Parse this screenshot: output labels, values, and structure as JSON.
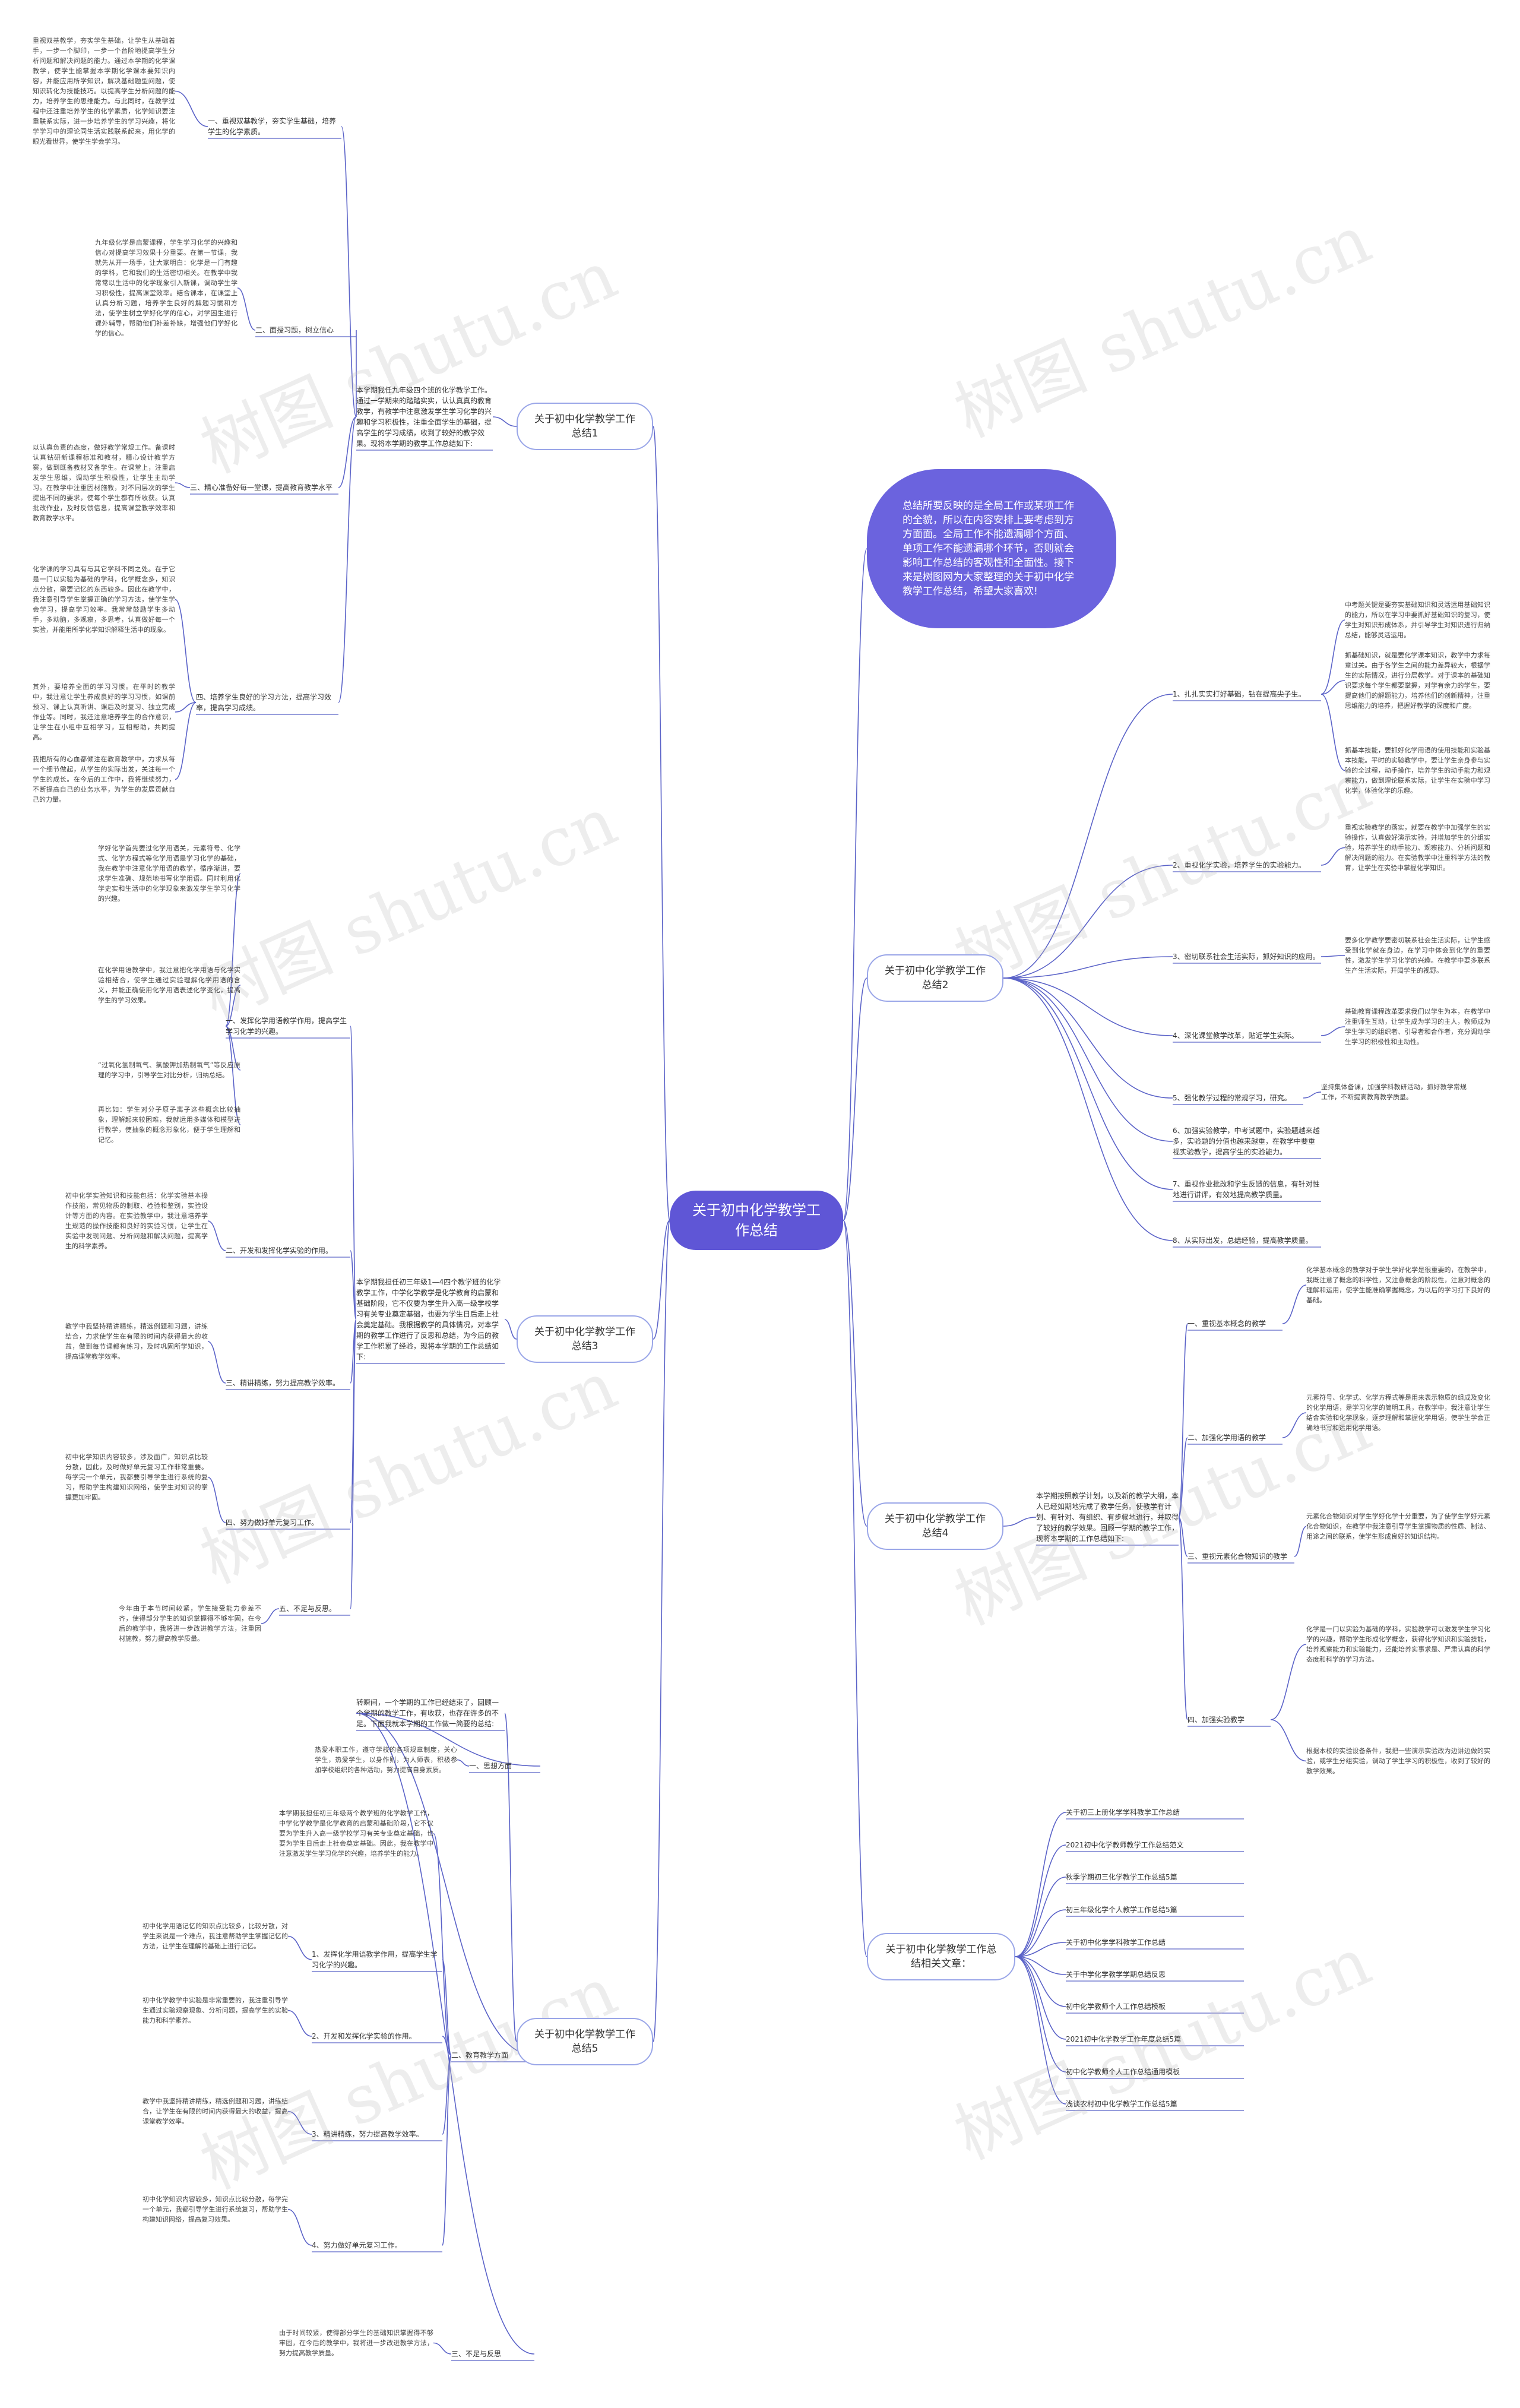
{
  "watermark": "树图 shutu.cn",
  "root": "关于初中化学教学工作总结",
  "summary": "总结所要反映的是全局工作或某项工作的全貌，所以在内容安排上要考虑到方方面面。全局工作不能遗漏哪个方面、单项工作不能遗漏哪个环节，否则就会影响工作总结的客观性和全面性。接下来是树图网为大家整理的关于初中化学教学工作总结，希望大家喜欢!",
  "topics": {
    "t1": "关于初中化学教学工作总结1",
    "t2": "关于初中化学教学工作总结2",
    "t3": "关于初中化学教学工作总结3",
    "t4": "关于初中化学教学工作总结4",
    "t5": "关于初中化学教学工作总结5",
    "related": "关于初中化学教学工作总结相关文章："
  },
  "t1": {
    "intro": "本学期我任九年级四个班的化学教学工作。通过一学期来的踏踏实实，认认真真的教育教学，有教学中注意激发学生学习化学的兴趣和学习积极性，注重全面学生的基础，提高学生的学习成绩，收到了较好的教学效果。现将本学期的教学工作总结如下:",
    "s1": "一、重视双基教学，夯实学生基础，培养学生的化学素质。",
    "p1": "重视双基教学，夯实学生基础，让学生从基础着手，一步一个脚印，一步一个台阶地提高学生分析问题和解决问题的能力。通过本学期的化学课教学，使学生能掌握本学期化学课本要知识内容，并能应用所学知识，解决基础题型问题，使知识转化为技能技巧。以提高学生分析问题的能力，培养学生的思维能力。与此同时，在教学过程中还注重培养学生的化学素质，化学知识要注重联系实际，进一步培养学生的学习兴趣，将化学学习中的理论同生活实践联系起来，用化学的眼光看世界，使学生学会学习。",
    "s2": "二、面授习题，树立信心",
    "p2": "九年级化学是启蒙课程，学生学习化学的兴趣和信心对提高学习效果十分重要。在第一节课，我就先从开一场手，让大家明白：化学是一门有趣的学科，它和我们的生活密切相关。在教学中我常常以生活中的化学现象引入新课，调动学生学习积极性，提高课堂效率。结合课本，在课堂上认真分析习题，培养学生良好的解题习惯和方法，使学生树立学好化学的信心，对学困生进行课外辅导，帮助他们补差补缺，增强他们学好化学的信心。",
    "s3": "三、精心准备好每一堂课，提高教育教学水平",
    "p3": "以认真负责的态度，做好教学常规工作。备课时认真钻研新课程标准和教材，精心设计教学方案，做到既备教材又备学生。在课堂上，注重启发学生思维，调动学生积极性，让学生主动学习。在教学中注重因材施教，对不同层次的学生提出不同的要求，使每个学生都有所收获。认真批改作业，及时反馈信息，提高课堂教学效率和教育教学水平。",
    "s4": "四、培养学生良好的学习方法，提高学习效率，提高学习成绩。",
    "p4": "化学课的学习具有与其它学科不同之处。在于它是一门以实验为基础的学科，化学概念多，知识点分散，需要记忆的东西较多。因此在教学中，我注意引导学生掌握正确的学习方法，使学生学会学习，提高学习效率。我常常鼓励学生多动手，多动脑，多观察，多思考，认真做好每一个实验，并能用所学化学知识解释生活中的现象。",
    "p5": "其外，要培养全面的学习习惯。在平时的教学中，我注意让学生养成良好的学习习惯，如课前预习、课上认真听讲、课后及时复习、独立完成作业等。同时，我还注意培养学生的合作意识，让学生在小组中互相学习，互相帮助，共同提高。",
    "p6": "我把所有的心血都倾注在教育教学中，力求从每一个细节做起，从学生的实际出发，关注每一个学生的成长。在今后的工作中，我将继续努力，不断提高自己的业务水平，为学生的发展贡献自己的力量。"
  },
  "t2": {
    "s1": "1、扎扎实实打好基础，钻在提高尖子生。",
    "p1a": "中考题关键是要夯实基础知识和灵活运用基础知识的能力，所以在学习中要抓好基础知识的复习，使学生对知识形成体系，并引导学生对知识进行归纳总结，能够灵活运用。",
    "p1b": "抓基础知识，就是要化学课本知识，教学中力求每章过关。由于各学生之间的能力差异较大，根据学生的实际情况，进行分层教学。对于课本的基础知识要求每个学生都要掌握，对学有余力的学生，要提高他们的解题能力，培养他们的创新精神，注重思维能力的培养，把握好教学的深度和广度。",
    "p1c": "抓基本技能，要抓好化学用语的使用技能和实验基本技能。平时的实验教学中，要让学生亲身参与实验的全过程，动手操作，培养学生的动手能力和观察能力，做到理论联系实际，让学生在实验中学习化学，体验化学的乐趣。",
    "s2": "2、重视化学实验，培养学生的实验能力。",
    "p2": "重视实验教学的落实，就要在教学中加强学生的实验操作，认真做好演示实验，并增加学生的分组实验，培养学生的动手能力、观察能力、分析问题和解决问题的能力。在实验教学中注重科学方法的教育，让学生在实验中掌握化学知识。",
    "s3": "3、密切联系社会生活实际，抓好知识的应用。",
    "p3": "要多化学教学要密切联系社会生活实际，让学生感受到化学就在身边，在学习中体会到化学的重要性，激发学生学习化学的兴趣。在教学中要多联系生产生活实际，开阔学生的视野。",
    "s4": "4、深化课堂教学改革，贴近学生实际。",
    "p4": "基础教育课程改革要求我们以学生为本，在教学中注重师生互动，让学生成为学习的主人，教师成为学生学习的组织者、引导者和合作者，充分调动学生学习的积极性和主动性。",
    "s5": "5、强化教学过程的常规学习，研究。",
    "p5": "坚持集体备课，加强学科教研活动，抓好教学常规工作，不断提高教育教学质量。",
    "s6": "6、加强实验教学，中考试题中，实验题越来越多，实验题的分值也越来越重，在教学中要重视实验教学，提高学生的实验能力。",
    "s7": "7、重视作业批改和学生反馈的信息，有针对性地进行讲评，有效地提高教学质量。",
    "s8": "8、从实际出发，总结经验，提高教学质量。"
  },
  "t3": {
    "intro": "本学期我担任初三年级1—4四个教学班的化学教学工作，中学化学教学是化学教育的启蒙和基础阶段，它不仅要为学生升入高一级学校学习有关专业奠定基础，也要为学生日后走上社会奠定基础。我根据教学的具体情况，对本学期的教学工作进行了反思和总结，为今后的教学工作积累了经验，现将本学期的工作总结如下:",
    "s1": "一、发挥化学用语教学作用，提高学生学习化学的兴趣。",
    "p1": "学好化学首先要过化学用语关，元素符号、化学式、化学方程式等化学用语是学习化学的基础，我在教学中注意化学用语的教学，循序渐进，要求学生准确、规范地书写化学用语。同时利用化学史实和生活中的化学现象来激发学生学习化学的兴趣。",
    "p2": "在化学用语教学中，我注意把化学用语与化学实验相结合，使学生通过实验理解化学用语的含义，并能正确使用化学用语表述化学变化，提高学生的学习效果。",
    "p3": "“过氧化氢制氧气、氯酸钾加热制氧气”等反应原理的学习中，引导学生对比分析，归纳总结。",
    "p4": "再比如：学生对分子原子离子这些概念比较抽象，理解起来较困难，我就运用多媒体和模型进行教学，使抽象的概念形象化，便于学生理解和记忆。",
    "s2": "二、开发和发挥化学实验的作用。",
    "p5": "初中化学实验知识和技能包括：化学实验基本操作技能，常见物质的制取、检验和鉴别，实验设计等方面的内容。在实验教学中，我注意培养学生规范的操作技能和良好的实验习惯，让学生在实验中发现问题、分析问题和解决问题，提高学生的科学素养。",
    "s3": "三、精讲精练，努力提高教学效率。",
    "p6": "教学中我坚持精讲精练，精选例题和习题，讲练结合，力求使学生在有限的时间内获得最大的收益，做到每节课都有练习，及时巩固所学知识，提高课堂教学效率。",
    "s4": "四、努力做好单元复习工作。",
    "p7": "初中化学知识内容较多，涉及面广，知识点比较分散，因此，及时做好单元复习工作非常重要。每学完一个单元，我都要引导学生进行系统的复习，帮助学生构建知识网络，使学生对知识的掌握更加牢固。",
    "s5": "五、不足与反思。",
    "p8": "今年由于本节时间较紧，学生接受能力参差不齐，使得部分学生的知识掌握得不够牢固，在今后的教学中，我将进一步改进教学方法，注重因材施教，努力提高教学质量。"
  },
  "t4": {
    "intro": "本学期按照教学计划，以及新的教学大纲，本人已经如期地完成了教学任务。使教学有计划、有针对、有组织、有步骤地进行，并取得了较好的教学效果。回顾一学期的教学工作，现将本学期的工作总结如下:",
    "s1": "一、重视基本概念的教学",
    "p1": "化学基本概念的教学对于学生学好化学是很重要的，在教学中，我既注意了概念的科学性，又注意概念的阶段性，注意对概念的理解和运用，使学生能准确掌握概念，为以后的学习打下良好的基础。",
    "s2": "二、加强化学用语的教学",
    "p2": "元素符号、化学式、化学方程式等是用来表示物质的组成及变化的化学用语，是学习化学的简明工具，在教学中，我注意让学生结合实验和化学现象，逐步理解和掌握化学用语，使学生学会正确地书写和运用化学用语。",
    "s3": "三、重视元素化合物知识的教学",
    "p3": "元素化合物知识对学生学好化学十分重要，为了使学生学好元素化合物知识，在教学中我注意引导学生掌握物质的性质、制法、用途之间的联系，使学生形成良好的知识结构。",
    "s4": "四、加强实验教学",
    "p4": "化学是一门以实验为基础的学科，实验教学可以激发学生学习化学的兴趣，帮助学生形成化学概念，获得化学知识和实验技能，培养观察能力和实验能力，还能培养实事求是、严肃认真的科学态度和科学的学习方法。",
    "p5": "根据本校的实验设备条件，我把一些演示实验改为边讲边做的实验，或学生分组实验，调动了学生学习的积极性，收到了较好的教学效果。"
  },
  "t5": {
    "intro": "转瞬间，一个学期的工作已经结束了，回顾一个学期的教学工作，有收获，也存在许多的不足。下面我就本学期的工作做一简要的总结:",
    "s1": "一、思想方面",
    "p1": "热爱本职工作，遵守学校的各项规章制度，关心学生，热爱学生，以身作则，为人师表，积极参加学校组织的各种活动，努力提高自身素质。",
    "s2": "二、教育教学方面",
    "p2": "本学期我担任初三年级两个教学班的化学教学工作，中学化学教学是化学教育的启蒙和基础阶段，它不仅要为学生升入高一级学校学习有关专业奠定基础，也要为学生日后走上社会奠定基础。因此，我在教学中注意激发学生学习化学的兴趣，培养学生的能力。",
    "s2a": "1、发挥化学用语教学作用，提高学生学习化学的兴趣。",
    "p2a": "初中化学用语记忆的知识点比较多，比较分散，对学生来说是一个难点，我注意帮助学生掌握记忆的方法，让学生在理解的基础上进行记忆。",
    "s2b": "2、开发和发挥化学实验的作用。",
    "p2b": "初中化学教学中实验是非常重要的，我注重引导学生通过实验观察现象、分析问题，提高学生的实验能力和科学素养。",
    "s2c": "3、精讲精练，努力提高教学效率。",
    "p2c": "教学中我坚持精讲精练，精选例题和习题，讲练结合，让学生在有限的时间内获得最大的收益，提高课堂教学效率。",
    "s2d": "4、努力做好单元复习工作。",
    "p2d": "初中化学知识内容较多，知识点比较分散，每学完一个单元，我都引导学生进行系统复习，帮助学生构建知识网络，提高复习效果。",
    "s3": "三、不足与反思",
    "p3": "由于时间较紧，使得部分学生的基础知识掌握得不够牢固，在今后的教学中，我将进一步改进教学方法，努力提高教学质量。"
  },
  "related": [
    "关于初三上册化学学科教学工作总结",
    "2021初中化学教师教学工作总结范文",
    "秋季学期初三化学教学工作总结5篇",
    "初三年级化学个人教学工作总结5篇",
    "关于初中化学学科教学工作总结",
    "关于中学化学教学学期总结反思",
    "初中化学教师个人工作总结模板",
    "2021初中化学教学工作年度总结5篇",
    "初中化学教师个人工作总结通用模板",
    "浅谈农村初中化学教学工作总结5篇"
  ],
  "colors": {
    "root": "#5f56d6",
    "summary": "#6b63de",
    "line": "#5b63c8",
    "topic_border": "#9aa6e8"
  }
}
